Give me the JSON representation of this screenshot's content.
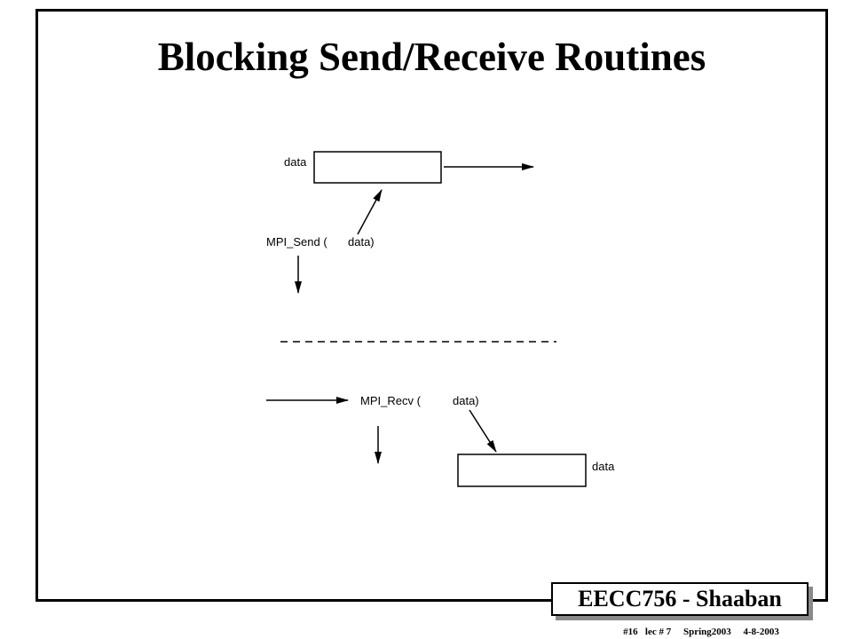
{
  "slide": {
    "title": "Blocking Send/Receive Routines",
    "badge": "EECC756 - Shaaban",
    "footer": "#16   lec # 7     Spring2003     4-8-2003"
  },
  "diagram": {
    "send_buffer_label": "data",
    "send_call_label": "MPI_Send (",
    "send_arg_label": "data)",
    "recv_call_label": "MPI_Recv (",
    "recv_arg_label": "data)",
    "recv_buffer_label": "data"
  }
}
